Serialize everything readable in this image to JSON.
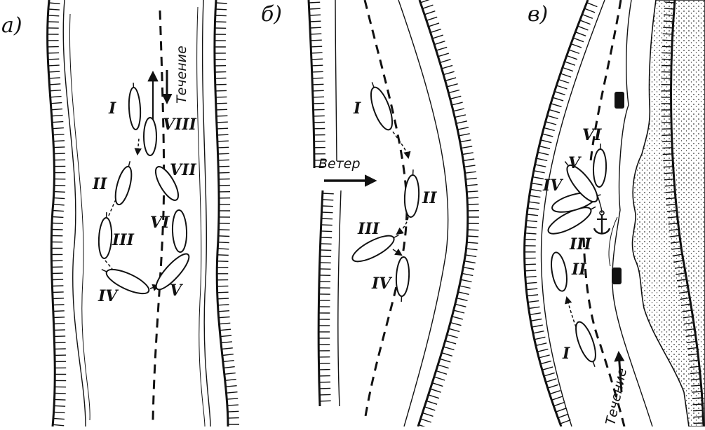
{
  "panels": [
    {
      "label": "а)",
      "current_label": "Течение",
      "positions": [
        "I",
        "II",
        "III",
        "IV",
        "V",
        "VI",
        "VII",
        "VIII"
      ]
    },
    {
      "label": "б)",
      "wind_label": "Ветер",
      "positions": [
        "I",
        "II",
        "III",
        "IV"
      ]
    },
    {
      "label": "в)",
      "current_label": "Течение",
      "positions": [
        "I",
        "II",
        "III",
        "IV",
        "V",
        "VI"
      ]
    }
  ],
  "icons": [
    "anchor-icon",
    "buoy-icon"
  ]
}
